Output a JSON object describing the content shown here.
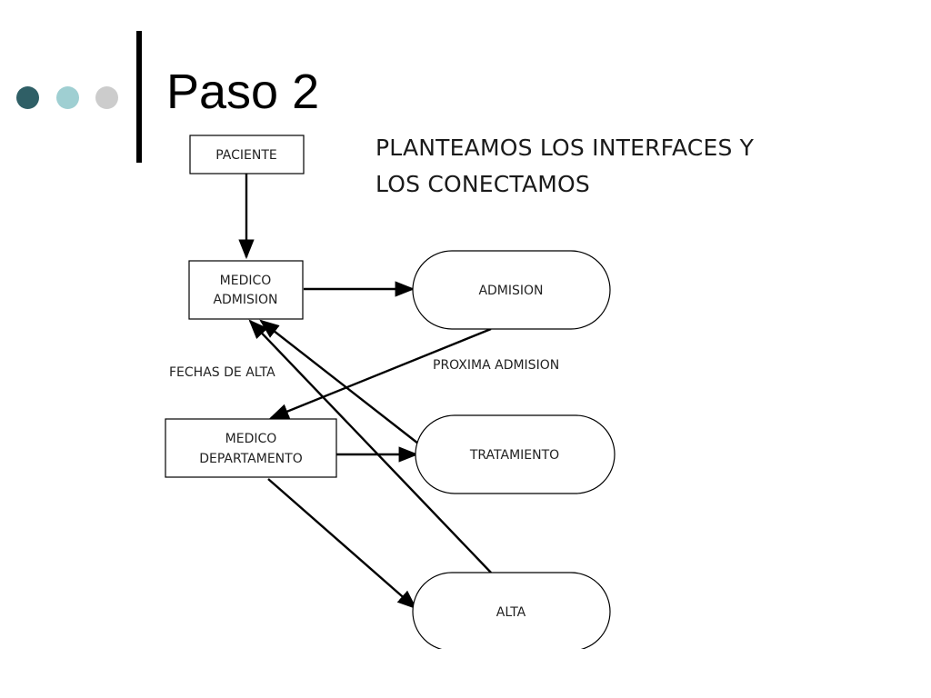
{
  "slide": {
    "title": "Paso 2",
    "subtitle_lines": [
      "PLANTEAMOS LOS INTERFACES Y",
      "LOS CONECTAMOS"
    ]
  },
  "colors": {
    "dot_1": "#2f5f66",
    "dot_2": "#9fcfd2",
    "dot_3": "#cccccc"
  },
  "diagram": {
    "nodes": {
      "paciente": {
        "lines": [
          "PACIENTE"
        ]
      },
      "medico_admision": {
        "lines": [
          "MEDICO",
          "ADMISION"
        ]
      },
      "medico_departamento": {
        "lines": [
          "MEDICO",
          "DEPARTAMENTO"
        ]
      },
      "admision": {
        "lines": [
          "ADMISION"
        ]
      },
      "tratamiento": {
        "lines": [
          "TRATAMIENTO"
        ]
      },
      "alta": {
        "lines": [
          "ALTA"
        ]
      }
    },
    "labels": {
      "fechas_de_alta": "FECHAS DE ALTA",
      "proxima_admision": "PROXIMA ADMISION"
    },
    "edges": [
      {
        "from": "paciente",
        "to": "medico_admision"
      },
      {
        "from": "medico_admision",
        "to": "admision"
      },
      {
        "from": "admision",
        "to": "medico_departamento",
        "label": "PROXIMA ADMISION"
      },
      {
        "from": "medico_departamento",
        "to": "tratamiento"
      },
      {
        "from": "medico_departamento",
        "to": "alta"
      },
      {
        "from": "tratamiento",
        "to": "medico_admision"
      },
      {
        "from": "alta",
        "to": "medico_admision",
        "label": "FECHAS DE ALTA"
      }
    ]
  }
}
